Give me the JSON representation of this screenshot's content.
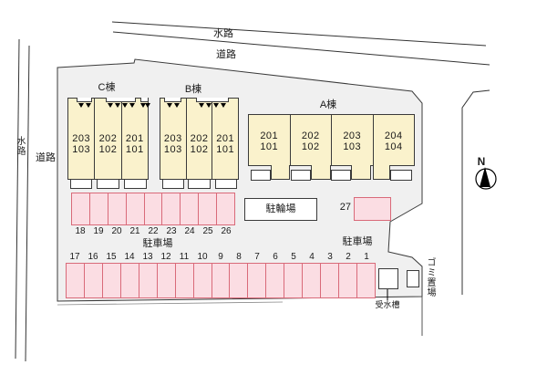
{
  "site": {
    "north_label": "N",
    "labels": {
      "waterway_top": "水路",
      "road_top": "道路",
      "waterway_left": "水路",
      "road_left": "道路",
      "parking_left": "駐車場",
      "parking_right": "駐車場",
      "bicycle_parking": "駐輪場",
      "garbage_area": "ゴミ置場",
      "water_tank": "受水槽"
    }
  },
  "buildings": [
    {
      "name": "C棟",
      "units": [
        {
          "upper": "203",
          "lower": "103"
        },
        {
          "upper": "202",
          "lower": "102"
        },
        {
          "upper": "201",
          "lower": "101"
        }
      ]
    },
    {
      "name": "B棟",
      "units": [
        {
          "upper": "203",
          "lower": "103"
        },
        {
          "upper": "202",
          "lower": "102"
        },
        {
          "upper": "201",
          "lower": "101"
        }
      ]
    },
    {
      "name": "A棟",
      "units": [
        {
          "upper": "201",
          "lower": "101"
        },
        {
          "upper": "202",
          "lower": "102"
        },
        {
          "upper": "203",
          "lower": "103"
        },
        {
          "upper": "204",
          "lower": "104"
        }
      ]
    }
  ],
  "parking": {
    "row1_numbers": [
      "18",
      "19",
      "20",
      "21",
      "22",
      "23",
      "24",
      "25",
      "26"
    ],
    "row2_numbers": [
      "17",
      "16",
      "15",
      "14",
      "13",
      "12",
      "11",
      "10",
      "9",
      "8",
      "7",
      "6",
      "5",
      "4",
      "3",
      "2",
      "1"
    ],
    "space27": "27"
  },
  "colors": {
    "building-fill": "#faf2cc",
    "parking-fill": "#fbdde3",
    "parking-border": "#d96a79",
    "site-fill": "#f0f0f0",
    "line": "#3a3a3a"
  }
}
